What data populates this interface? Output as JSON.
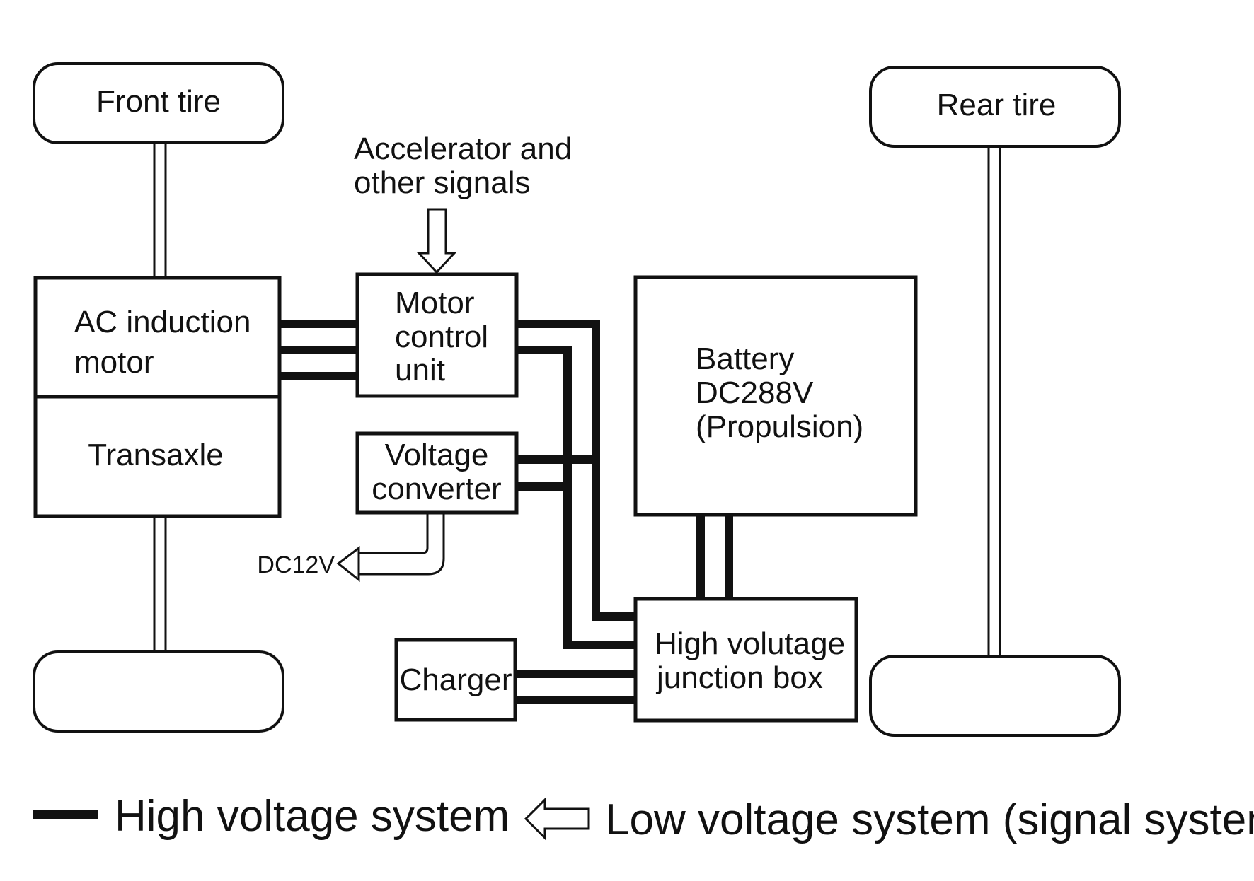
{
  "components": {
    "front_tire": "Front tire",
    "rear_tire": "Rear tire",
    "ac_motor": [
      "AC induction",
      "motor"
    ],
    "transaxle": "Transaxle",
    "motor_control_unit": [
      "Motor",
      "control",
      "unit"
    ],
    "voltage_converter": [
      "Voltage",
      "converter"
    ],
    "battery": [
      "Battery",
      "DC288V",
      "(Propulsion)"
    ],
    "junction_box": [
      "High volutage",
      "junction box"
    ],
    "charger": "Charger"
  },
  "signals": {
    "accelerator": [
      "Accelerator and",
      "other signals"
    ],
    "dc12v": "DC12V"
  },
  "legend": {
    "high_voltage": "High voltage system",
    "low_voltage": "Low voltage system (signal system)"
  }
}
